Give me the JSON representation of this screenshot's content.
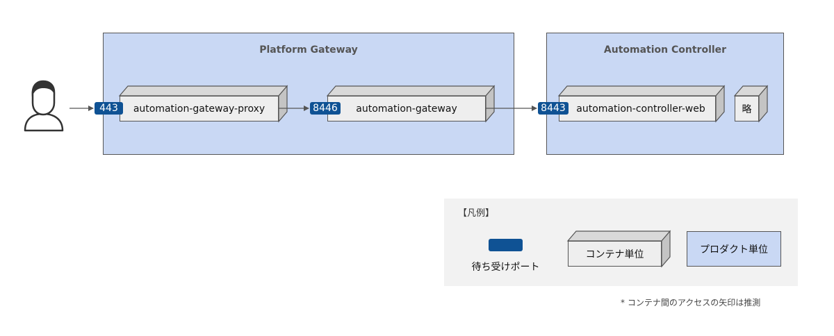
{
  "products": {
    "platform_gateway": {
      "title": "Platform Gateway"
    },
    "automation_controller": {
      "title": "Automation Controller"
    }
  },
  "containers": {
    "gateway_proxy": {
      "label": "automation-gateway-proxy",
      "port": "443"
    },
    "gateway": {
      "label": "automation-gateway",
      "port": "8446"
    },
    "controller_web": {
      "label": "automation-controller-web",
      "port": "8443"
    },
    "omitted": {
      "label": "略"
    }
  },
  "legend": {
    "title": "【凡例】",
    "port_label": "待ち受けポート",
    "container_label": "コンテナ単位",
    "product_label": "プロダクト単位"
  },
  "note": "* コンテナ間のアクセスの矢印は推測",
  "colors": {
    "product_fill": "#c9d8f4",
    "port_fill": "#0f5294",
    "container_front": "#eeeeee",
    "container_side": "#d9d9d9",
    "legend_bg": "#f2f2f2"
  },
  "icons": {
    "user": "user-icon"
  }
}
